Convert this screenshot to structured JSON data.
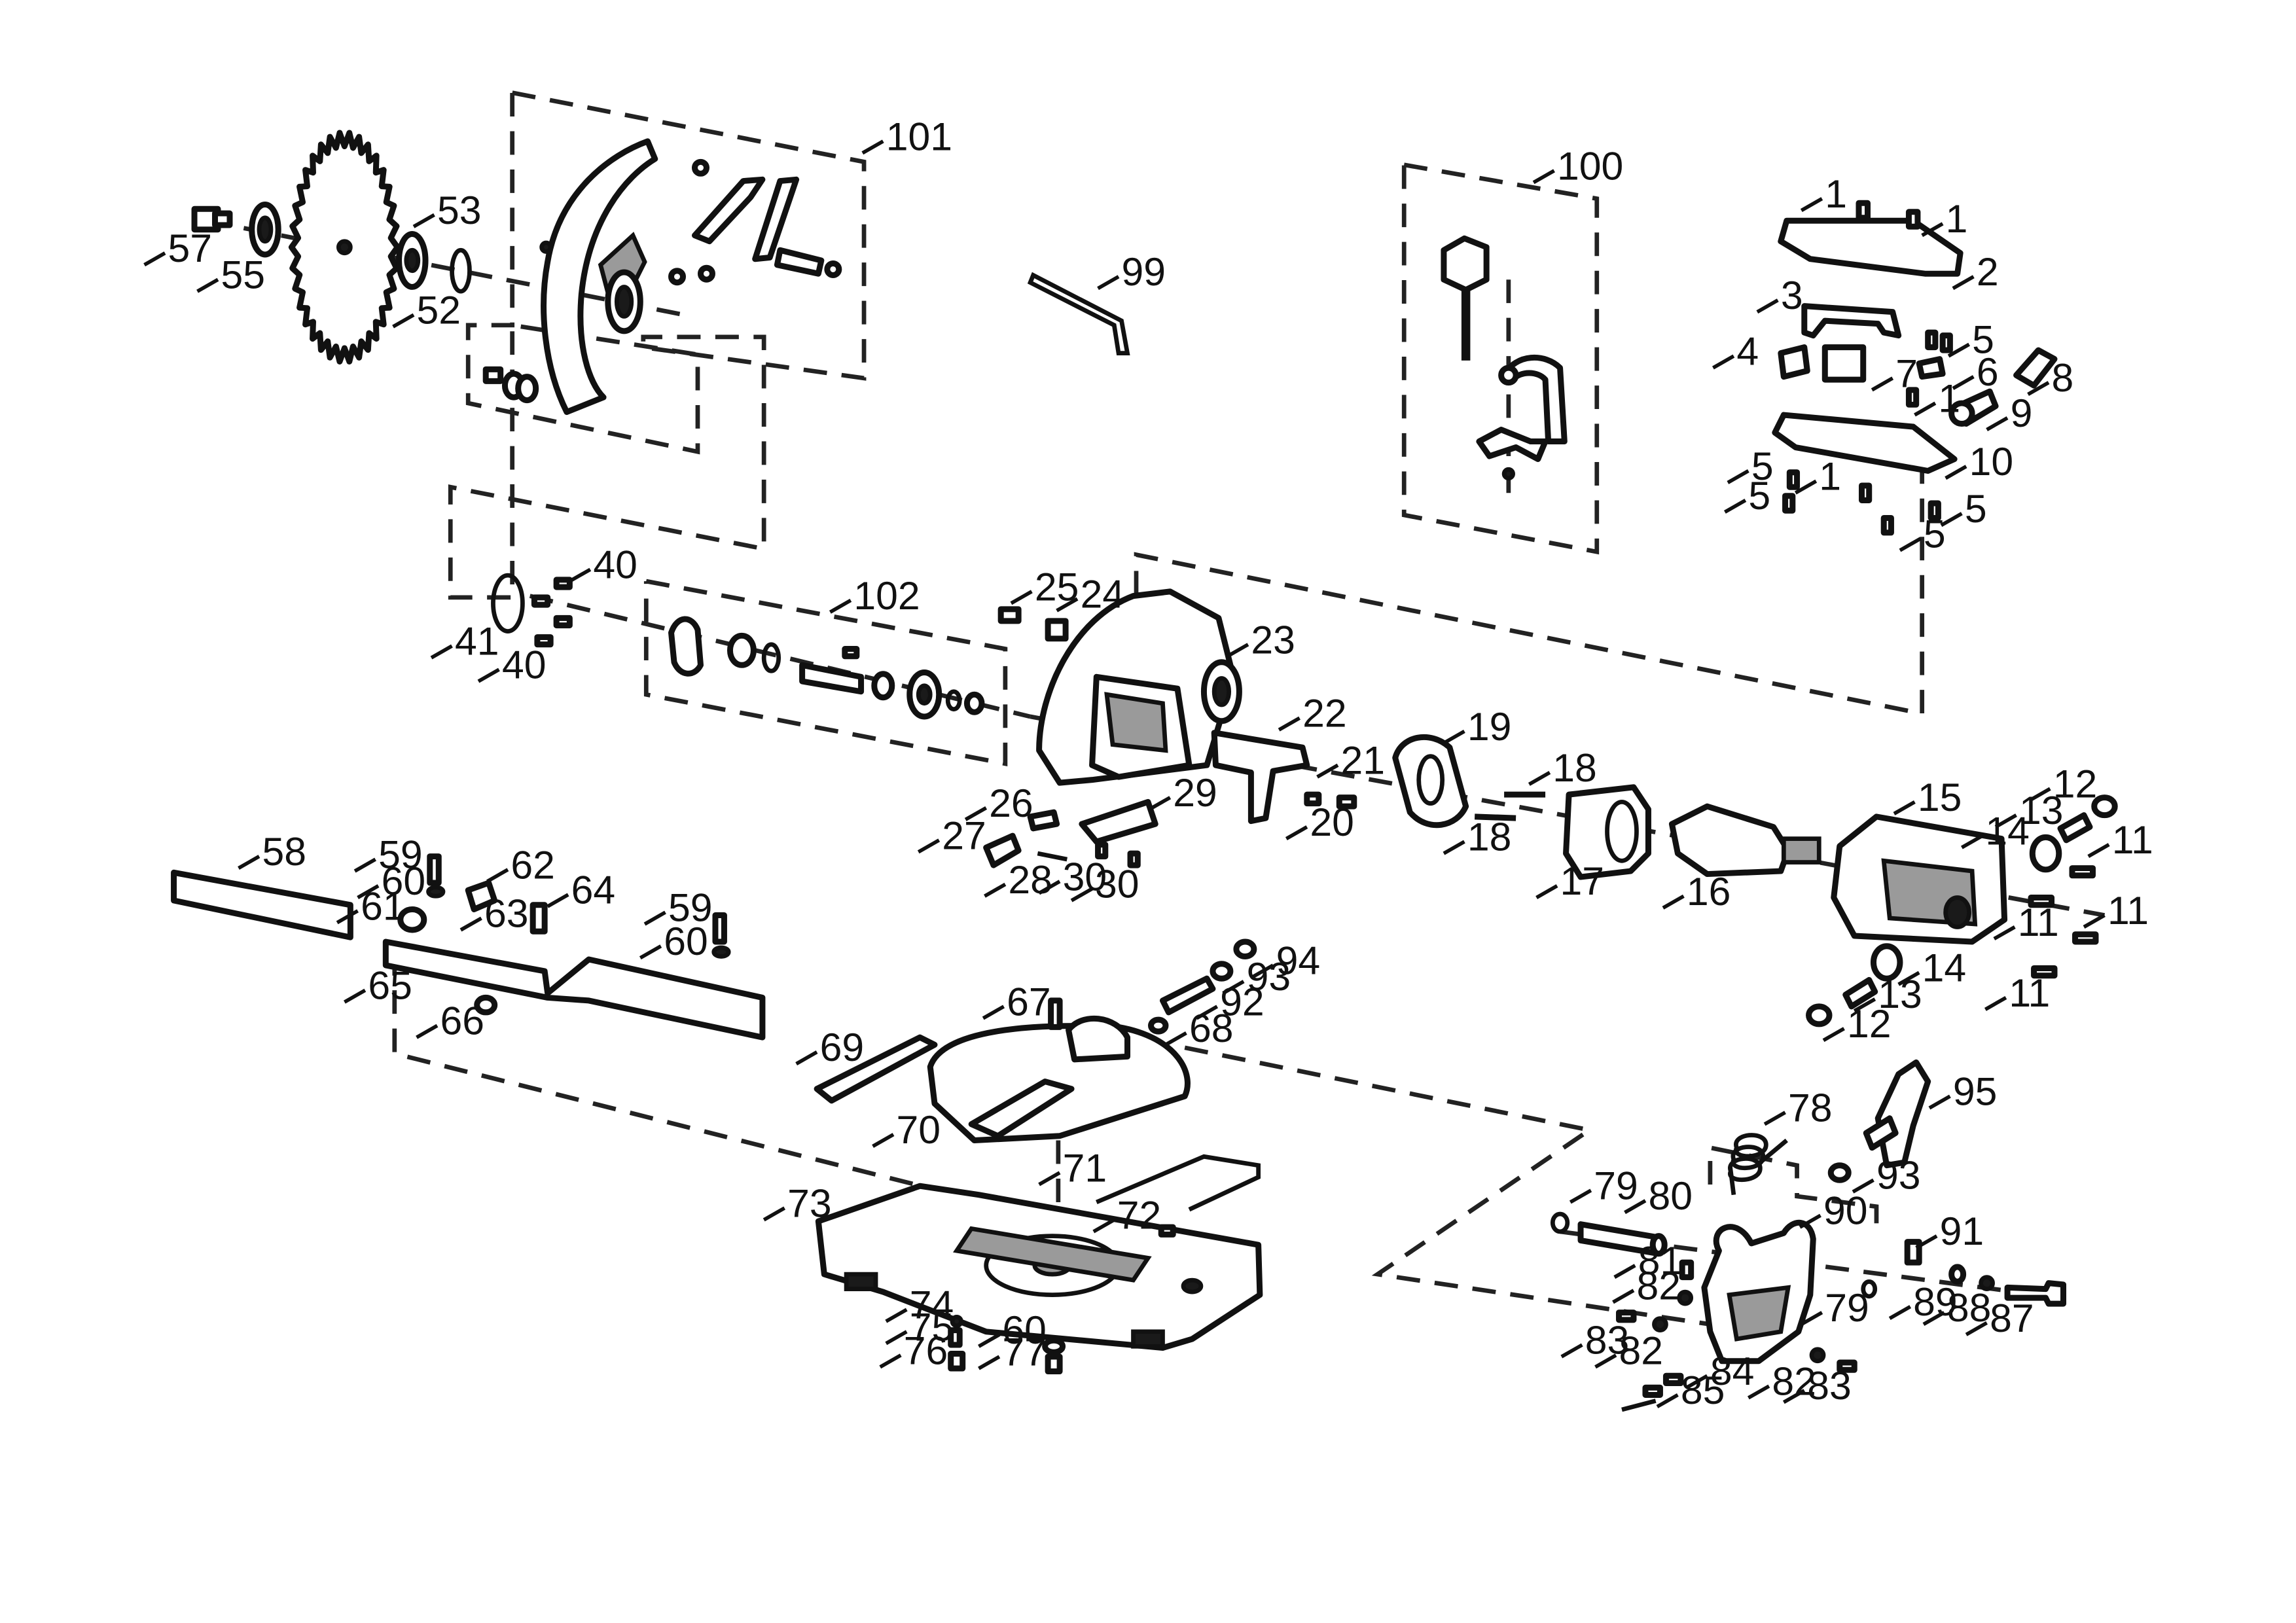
{
  "diagram": {
    "part_numbers": [
      "1",
      "2",
      "3",
      "4",
      "5",
      "6",
      "7",
      "8",
      "9",
      "10",
      "11",
      "12",
      "13",
      "14",
      "15",
      "16",
      "17",
      "18",
      "19",
      "20",
      "21",
      "22",
      "23",
      "24",
      "25",
      "26",
      "27",
      "28",
      "29",
      "30",
      "40",
      "41",
      "52",
      "53",
      "55",
      "57",
      "58",
      "59",
      "60",
      "61",
      "62",
      "63",
      "64",
      "65",
      "66",
      "67",
      "68",
      "69",
      "70",
      "71",
      "72",
      "73",
      "74",
      "75",
      "76",
      "77",
      "78",
      "79",
      "80",
      "81",
      "82",
      "83",
      "84",
      "85",
      "87",
      "88",
      "89",
      "90",
      "91",
      "92",
      "93",
      "94",
      "95",
      "99",
      "100",
      "101",
      "102"
    ],
    "labels": [
      {
        "id": "101",
        "text": "101"
      },
      {
        "id": "57",
        "text": "57"
      },
      {
        "id": "55",
        "text": "55"
      },
      {
        "id": "53",
        "text": "53"
      },
      {
        "id": "52",
        "text": "52"
      },
      {
        "id": "99",
        "text": "99"
      },
      {
        "id": "100",
        "text": "100"
      },
      {
        "id": "1a",
        "text": "1"
      },
      {
        "id": "1b",
        "text": "1"
      },
      {
        "id": "2",
        "text": "2"
      },
      {
        "id": "3",
        "text": "3"
      },
      {
        "id": "4",
        "text": "4"
      },
      {
        "id": "5a",
        "text": "5"
      },
      {
        "id": "6",
        "text": "6"
      },
      {
        "id": "7",
        "text": "7"
      },
      {
        "id": "8",
        "text": "8"
      },
      {
        "id": "1c",
        "text": "1"
      },
      {
        "id": "9",
        "text": "9"
      },
      {
        "id": "5b",
        "text": "5"
      },
      {
        "id": "1d",
        "text": "1"
      },
      {
        "id": "10",
        "text": "10"
      },
      {
        "id": "5c",
        "text": "5"
      },
      {
        "id": "5d",
        "text": "5"
      },
      {
        "id": "5e",
        "text": "5"
      },
      {
        "id": "40a",
        "text": "40"
      },
      {
        "id": "41",
        "text": "41"
      },
      {
        "id": "40b",
        "text": "40"
      },
      {
        "id": "102",
        "text": "102"
      },
      {
        "id": "25",
        "text": "25"
      },
      {
        "id": "24",
        "text": "24"
      },
      {
        "id": "23",
        "text": "23"
      },
      {
        "id": "22",
        "text": "22"
      },
      {
        "id": "19",
        "text": "19"
      },
      {
        "id": "18a",
        "text": "18"
      },
      {
        "id": "18b",
        "text": "18"
      },
      {
        "id": "21",
        "text": "21"
      },
      {
        "id": "20",
        "text": "20"
      },
      {
        "id": "26",
        "text": "26"
      },
      {
        "id": "27",
        "text": "27"
      },
      {
        "id": "28",
        "text": "28"
      },
      {
        "id": "29",
        "text": "29"
      },
      {
        "id": "30a",
        "text": "30"
      },
      {
        "id": "30b",
        "text": "30"
      },
      {
        "id": "15",
        "text": "15"
      },
      {
        "id": "16",
        "text": "16"
      },
      {
        "id": "17",
        "text": "17"
      },
      {
        "id": "12a",
        "text": "12"
      },
      {
        "id": "13a",
        "text": "13"
      },
      {
        "id": "14a",
        "text": "14"
      },
      {
        "id": "11a",
        "text": "11"
      },
      {
        "id": "11b",
        "text": "11"
      },
      {
        "id": "11c",
        "text": "11"
      },
      {
        "id": "11d",
        "text": "11"
      },
      {
        "id": "14b",
        "text": "14"
      },
      {
        "id": "13b",
        "text": "13"
      },
      {
        "id": "12b",
        "text": "12"
      },
      {
        "id": "58",
        "text": "58"
      },
      {
        "id": "59a",
        "text": "59"
      },
      {
        "id": "60a",
        "text": "60"
      },
      {
        "id": "62",
        "text": "62"
      },
      {
        "id": "64",
        "text": "64"
      },
      {
        "id": "61",
        "text": "61"
      },
      {
        "id": "63",
        "text": "63"
      },
      {
        "id": "65",
        "text": "65"
      },
      {
        "id": "66",
        "text": "66"
      },
      {
        "id": "59b",
        "text": "59"
      },
      {
        "id": "60b",
        "text": "60"
      },
      {
        "id": "94",
        "text": "94"
      },
      {
        "id": "93a",
        "text": "93"
      },
      {
        "id": "92",
        "text": "92"
      },
      {
        "id": "67",
        "text": "67"
      },
      {
        "id": "68",
        "text": "68"
      },
      {
        "id": "69",
        "text": "69"
      },
      {
        "id": "70",
        "text": "70"
      },
      {
        "id": "71",
        "text": "71"
      },
      {
        "id": "72",
        "text": "72"
      },
      {
        "id": "73",
        "text": "73"
      },
      {
        "id": "74",
        "text": "74"
      },
      {
        "id": "75",
        "text": "75"
      },
      {
        "id": "76",
        "text": "76"
      },
      {
        "id": "60c",
        "text": "60"
      },
      {
        "id": "77",
        "text": "77"
      },
      {
        "id": "78",
        "text": "78"
      },
      {
        "id": "95",
        "text": "95"
      },
      {
        "id": "93b",
        "text": "93"
      },
      {
        "id": "79a",
        "text": "79"
      },
      {
        "id": "80",
        "text": "80"
      },
      {
        "id": "90",
        "text": "90"
      },
      {
        "id": "91",
        "text": "91"
      },
      {
        "id": "81",
        "text": "81"
      },
      {
        "id": "82a",
        "text": "82"
      },
      {
        "id": "83a",
        "text": "83"
      },
      {
        "id": "82b",
        "text": "82"
      },
      {
        "id": "79b",
        "text": "79"
      },
      {
        "id": "89",
        "text": "89"
      },
      {
        "id": "88",
        "text": "88"
      },
      {
        "id": "87",
        "text": "87"
      },
      {
        "id": "84",
        "text": "84"
      },
      {
        "id": "85",
        "text": "85"
      },
      {
        "id": "82c",
        "text": "82"
      },
      {
        "id": "83b",
        "text": "83"
      }
    ]
  }
}
